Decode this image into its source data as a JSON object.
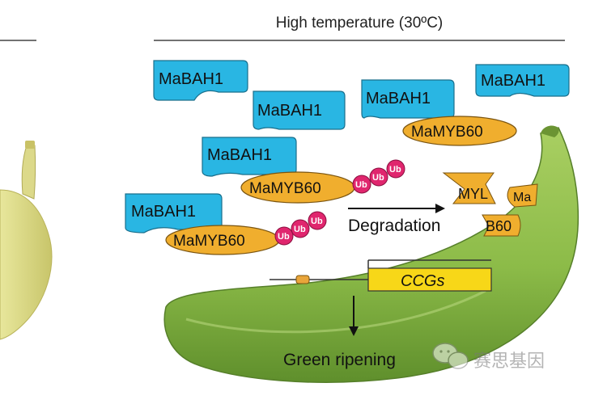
{
  "title": "High temperature (30ºC)",
  "bah_label": "MaBAH1",
  "myb_label": "MaMYB60",
  "ub_label": "Ub",
  "degradation_label": "Degradation",
  "fragment_myb_label": "MYL",
  "fragment_ma_label": "Ma",
  "fragment_b60_label": "B60",
  "gene_label": "CCGs",
  "outcome_label": "Green ripening",
  "watermark_label": "赛思基因",
  "colors": {
    "bah": "#29b6e3",
    "myb": "#f0ae2e",
    "ub": "#e0266e",
    "gene": "#f7d718",
    "banana_green": "#8fbc4a",
    "banana_yellow": "#dede88"
  }
}
